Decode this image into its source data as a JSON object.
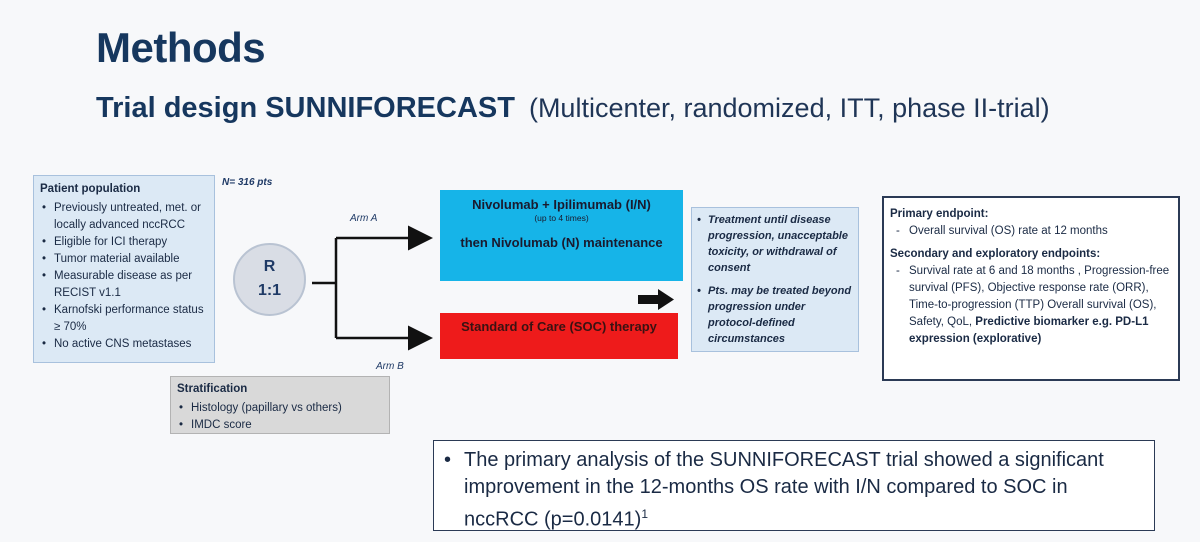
{
  "title": "Methods",
  "subtitle": {
    "main": "Trial design SUNNIFORECAST",
    "paren": "(Multicenter, randomized, ITT, phase II-trial)"
  },
  "population": {
    "heading": "Patient population",
    "items": [
      "Previously untreated, met. or locally advanced nccRCC",
      "Eligible for ICI therapy",
      "Tumor material available",
      "Measurable disease as per RECIST v1.1",
      "Karnofski performance status ≥ 70%",
      "No active CNS metastases"
    ]
  },
  "n_pts": "N= 316 pts",
  "randomization": {
    "letter": "R",
    "ratio": "1:1"
  },
  "arms": {
    "a": "Arm A",
    "b": "Arm B"
  },
  "arm_a_box": {
    "line1": "Nivolumab + Ipilimumab (I/N)",
    "line2": "(up to 4 times)",
    "line3": "then Nivolumab (N) maintenance"
  },
  "arm_b_box": {
    "text": "Standard of Care (SOC) therapy"
  },
  "treatment": {
    "items": [
      "Treatment until disease progression, unacceptable toxicity, or withdrawal of consent",
      "Pts. may be treated beyond progression under protocol-defined circumstances"
    ]
  },
  "endpoints": {
    "primary_heading": "Primary endpoint:",
    "primary_item": "Overall survival (OS) rate at 12 months",
    "secondary_heading": "Secondary and exploratory endpoints:",
    "secondary_item": "Survival rate at 6 and 18 months , Progression-free survival (PFS), Objective response rate (ORR), Time-to-progression (TTP) Overall survival (OS), Safety, QoL,",
    "secondary_bold": "Predictive biomarker e.g. PD-L1 expression (explorative)"
  },
  "stratification": {
    "heading": "Stratification",
    "items": [
      "Histology (papillary vs others)",
      "IMDC score"
    ]
  },
  "conclusion": {
    "bullet": "•",
    "text": "The primary analysis of the SUNNIFORECAST trial showed a significant improvement in the 12-months OS rate with I/N compared to SOC in nccRCC (p=0.0141)",
    "sup": "1"
  },
  "colors": {
    "title": "#16375e",
    "arm_a": "#16b4e8",
    "arm_b": "#ee1b1b",
    "panel": "#dce9f5",
    "strat": "#d9d9d9"
  }
}
